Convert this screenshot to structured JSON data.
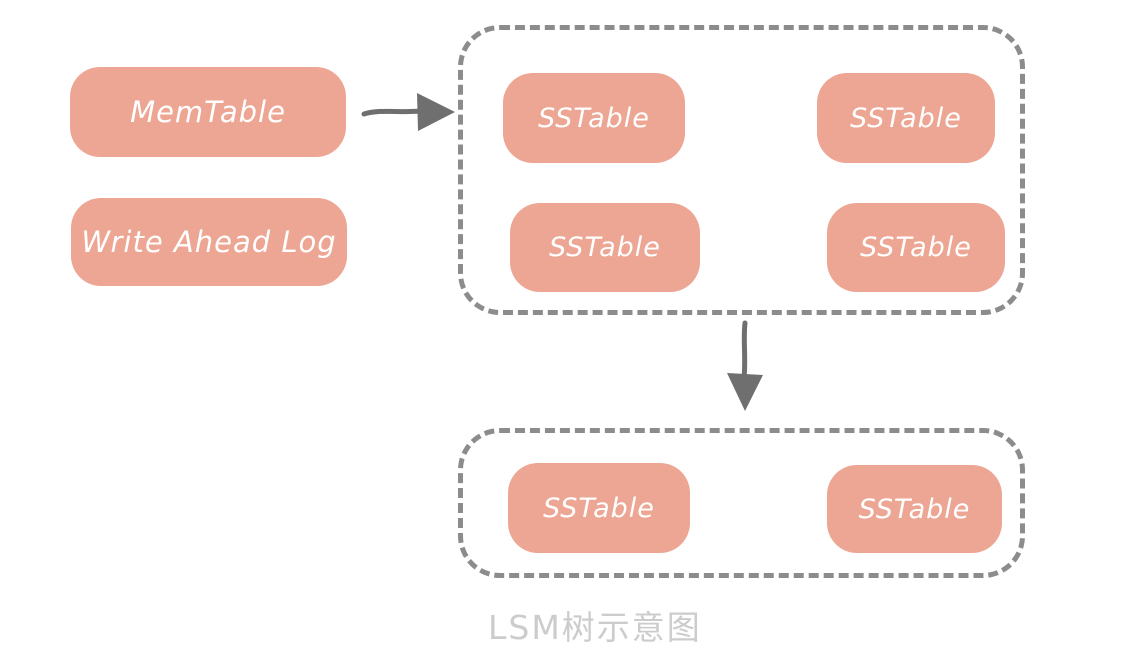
{
  "diagram": {
    "caption": "LSM树示意图",
    "colors": {
      "node_fill": "#ECA693",
      "node_text": "#FFFFFF",
      "dashed_border": "#8C8C8C",
      "arrow": "#6F6F6F",
      "caption_text": "#CCCCCC",
      "background": "#FFFFFF"
    },
    "left_nodes": [
      {
        "label": "MemTable"
      },
      {
        "label": "Write Ahead Log"
      }
    ],
    "level1_group": {
      "boxes": [
        {
          "label": "SSTable"
        },
        {
          "label": "SSTable"
        },
        {
          "label": "SSTable"
        },
        {
          "label": "SSTable"
        }
      ]
    },
    "level2_group": {
      "boxes": [
        {
          "label": "SSTable"
        },
        {
          "label": "SSTable"
        }
      ]
    },
    "arrows": [
      {
        "icon": "arrow-right-icon",
        "direction": "right"
      },
      {
        "icon": "arrow-down-icon",
        "direction": "down"
      }
    ]
  }
}
